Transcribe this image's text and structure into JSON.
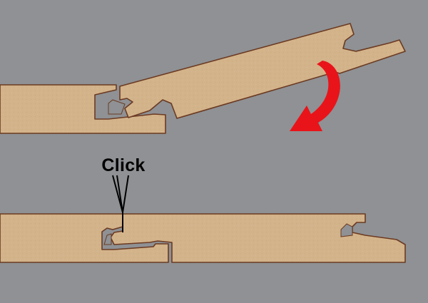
{
  "diagram": {
    "annotation": "Click",
    "colors": {
      "background": "#8f9194",
      "board_fill": "#d3b38a",
      "board_edge": "#6b3a22",
      "arrow": "#e8141a",
      "pointer_lines": "#000000"
    },
    "elements": {
      "top_left_board": "fixed-plank",
      "top_right_board": "angled-plank",
      "rotate_arrow": "rotate-down-arrow-icon",
      "bottom_left_board": "locked-plank-left",
      "bottom_right_board": "locked-plank-right"
    }
  }
}
